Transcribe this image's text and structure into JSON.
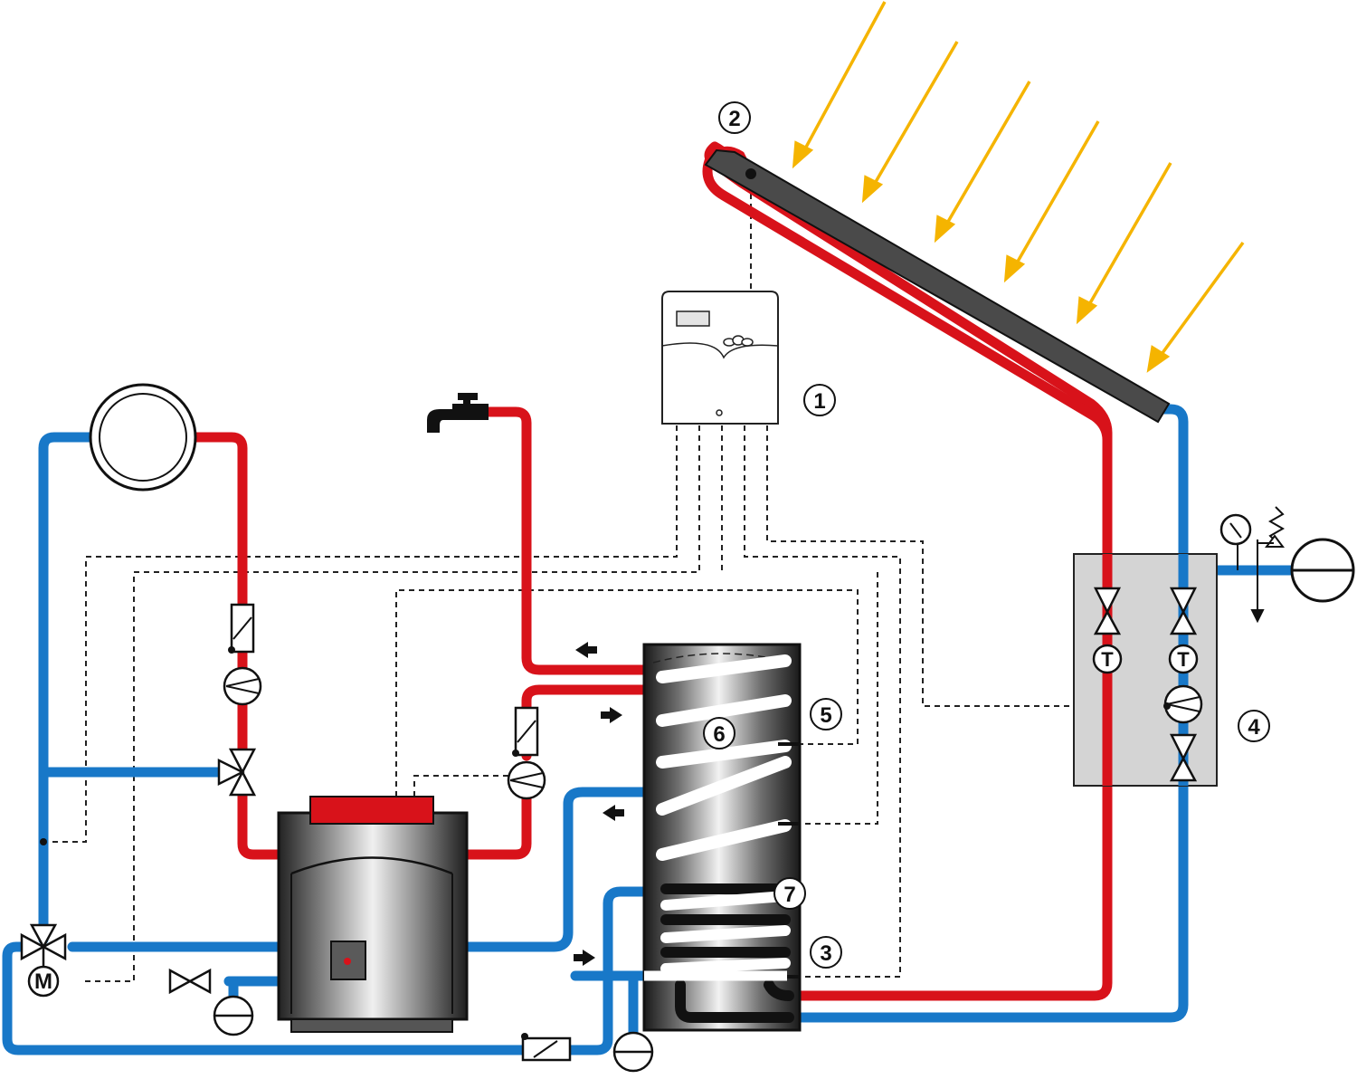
{
  "diagram": {
    "callouts": [
      {
        "id": "controller",
        "label": "1"
      },
      {
        "id": "collector",
        "label": "2"
      },
      {
        "id": "cylinder-lower",
        "label": "3"
      },
      {
        "id": "solar-station",
        "label": "4"
      },
      {
        "id": "cylinder-sensor",
        "label": "5"
      },
      {
        "id": "upper-coil",
        "label": "6"
      },
      {
        "id": "lower-coil",
        "label": "7"
      }
    ],
    "thermometer_label": "T",
    "motor_label": "M",
    "colors": {
      "flow": "#d8121a",
      "return": "#1878c8",
      "sun": "#f5b400",
      "collector": "#4a4a4a",
      "station": "#d4d4d4",
      "control_line": "#222222"
    },
    "icons": [
      "sun-ray-icon",
      "tap-icon",
      "pump-icon",
      "valve-icon",
      "three-way-valve-icon",
      "flow-meter-icon",
      "expansion-vessel-icon",
      "pressure-gauge-icon",
      "safety-valve-icon",
      "motor-icon",
      "flow-arrow-icon"
    ]
  }
}
